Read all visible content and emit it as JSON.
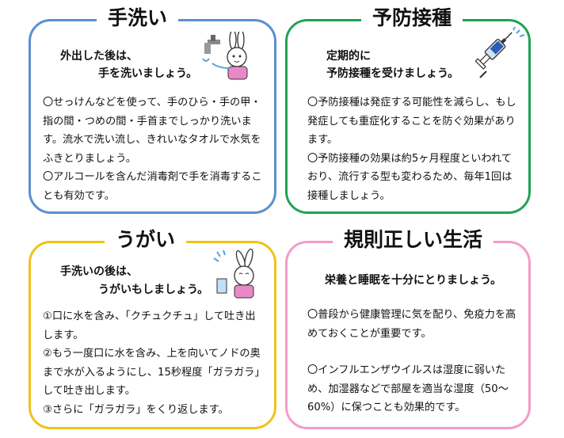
{
  "handwashing": {
    "title": "手洗い",
    "lead_line1": "外出した後は、",
    "lead_line2": "手を洗いましょう。",
    "item1": "〇せっけんなどを使って、手のひら・手の甲・指の間・つめの間・手首までしっかり洗います。流水で洗い流し、きれいなタオルで水気をふきとりましょう。",
    "item2": "〇アルコールを含んだ消毒剤で手を消毒することも有効です。",
    "illustration": "rabbit-washing-hands-icon",
    "border_color": "#5b8fd0"
  },
  "vaccination": {
    "title": "予防接種",
    "lead_line1": "定期的に",
    "lead_line2": "予防接種を受けましょう。",
    "item1": "〇予防接種は発症する可能性を減らし、もし発症しても重症化することを防ぐ効果があります。",
    "item2": "〇予防接種の効果は約5ヶ月程度といわれており、流行する型も変わるため、毎年1回は接種しましょう。",
    "illustration": "syringe-icon",
    "border_color": "#1fa353"
  },
  "gargling": {
    "title": "うがい",
    "lead_line1": "手洗いの後は、",
    "lead_line2": "うがいもしましょう。",
    "item1": "①口に水を含み、「クチュクチュ」して吐き出します。",
    "item2": "②もう一度口に水を含み、上を向いてノドの奥まで水が入るようにし、15秒程度「ガラガラ」して吐き出します。",
    "item3": "③さらに「ガラガラ」をくり返します。",
    "illustration": "rabbit-gargling-icon",
    "border_color": "#f0c21b"
  },
  "lifestyle": {
    "title": "規則正しい生活",
    "lead": "栄養と睡眠を十分にとりましょう。",
    "item1": "〇普段から健康管理に気を配り、免疫力を高めておくことが重要です。",
    "item2": "〇インフルエンザウイルスは湿度に弱いため、加湿器などで部屋を適当な湿度（50～60%）に保つことも効果的です。",
    "border_color": "#f29cc6"
  }
}
